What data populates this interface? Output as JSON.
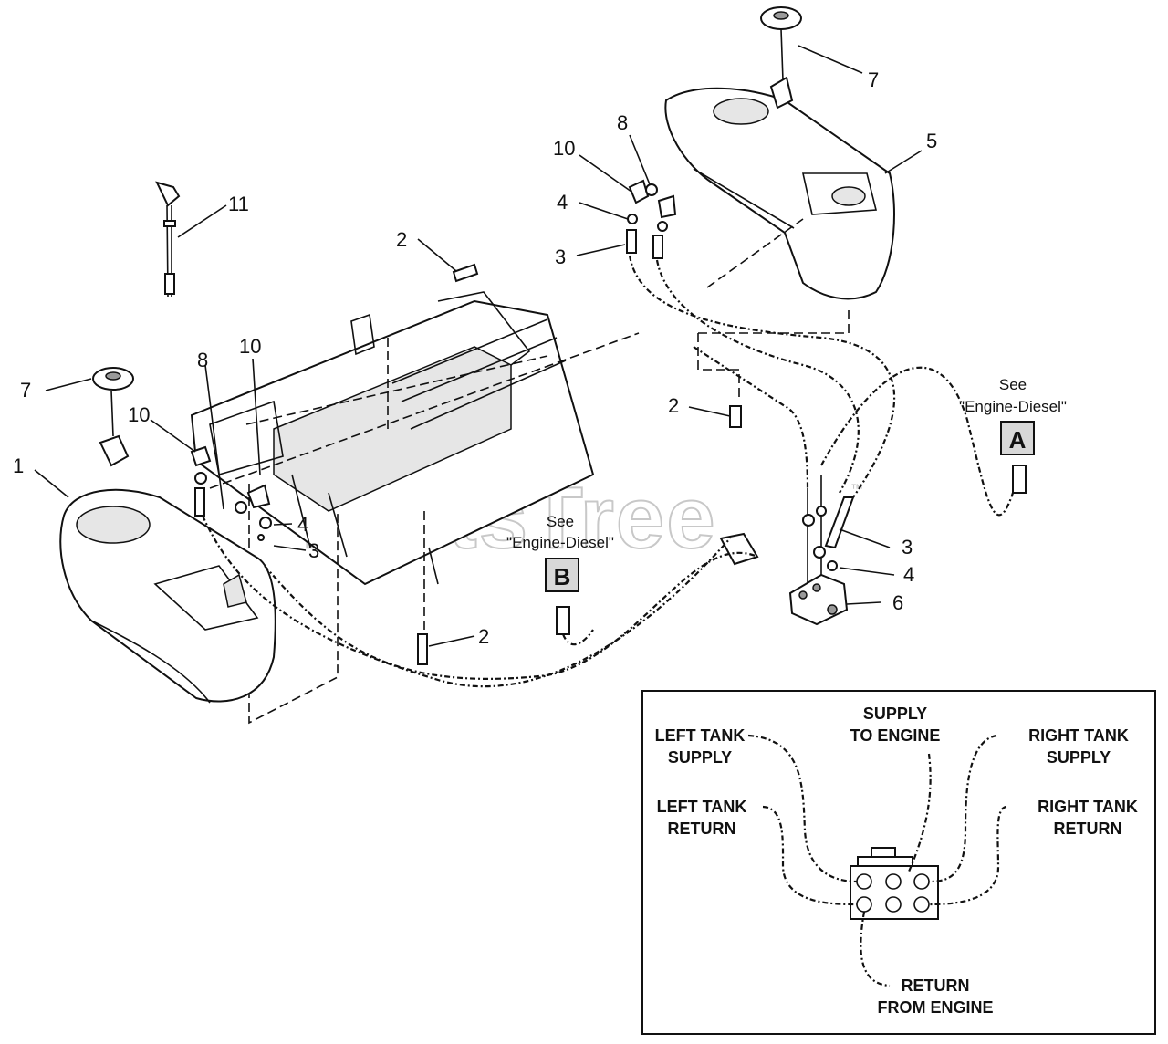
{
  "callouts": [
    {
      "label": "1"
    },
    {
      "label": "2"
    },
    {
      "label": "2"
    },
    {
      "label": "2"
    },
    {
      "label": "3"
    },
    {
      "label": "3"
    },
    {
      "label": "3"
    },
    {
      "label": "4"
    },
    {
      "label": "4"
    },
    {
      "label": "4"
    },
    {
      "label": "5"
    },
    {
      "label": "6"
    },
    {
      "label": "7"
    },
    {
      "label": "7"
    },
    {
      "label": "8"
    },
    {
      "label": "8"
    },
    {
      "label": "10"
    },
    {
      "label": "10"
    },
    {
      "label": "10"
    },
    {
      "label": "11"
    }
  ],
  "references": {
    "a": {
      "see": "See",
      "target": "\"Engine-Diesel\"",
      "letter": "A"
    },
    "b": {
      "see": "See",
      "target": "\"Engine-Diesel\"",
      "letter": "B"
    }
  },
  "legend": {
    "supply_to_engine": [
      "SUPPLY",
      "TO ENGINE"
    ],
    "left_tank_supply": [
      "LEFT TANK",
      "SUPPLY"
    ],
    "right_tank_supply": [
      "RIGHT TANK",
      "SUPPLY"
    ],
    "left_tank_return": [
      "LEFT TANK",
      "RETURN"
    ],
    "right_tank_return": [
      "RIGHT TANK",
      "RETURN"
    ],
    "return_from_engine": [
      "RETURN",
      "FROM ENGINE"
    ]
  },
  "watermark": {
    "text": "PartsTree",
    "tm": "™"
  }
}
